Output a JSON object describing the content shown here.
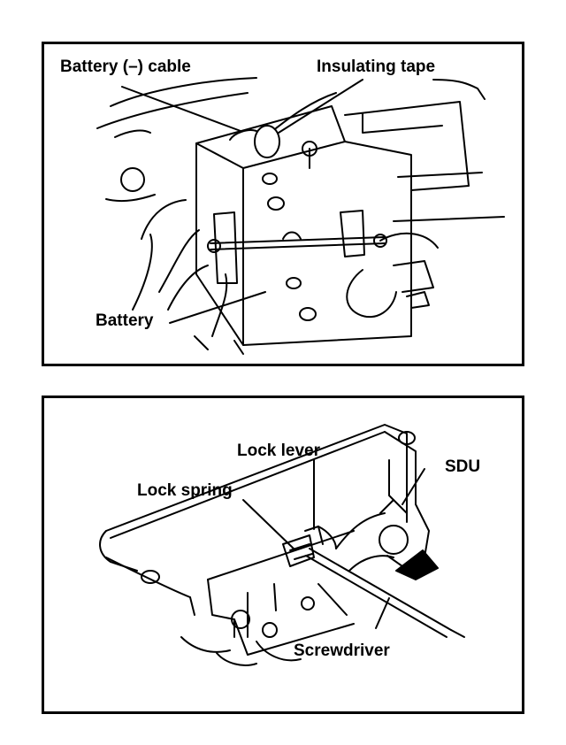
{
  "figure_top": {
    "labels": {
      "battery_cable": "Battery (–) cable",
      "insulating_tape": "Insulating tape",
      "battery": "Battery"
    }
  },
  "figure_bottom": {
    "labels": {
      "lock_lever": "Lock lever",
      "lock_spring": "Lock spring",
      "sdu": "SDU",
      "screwdriver": "Screwdriver"
    }
  }
}
